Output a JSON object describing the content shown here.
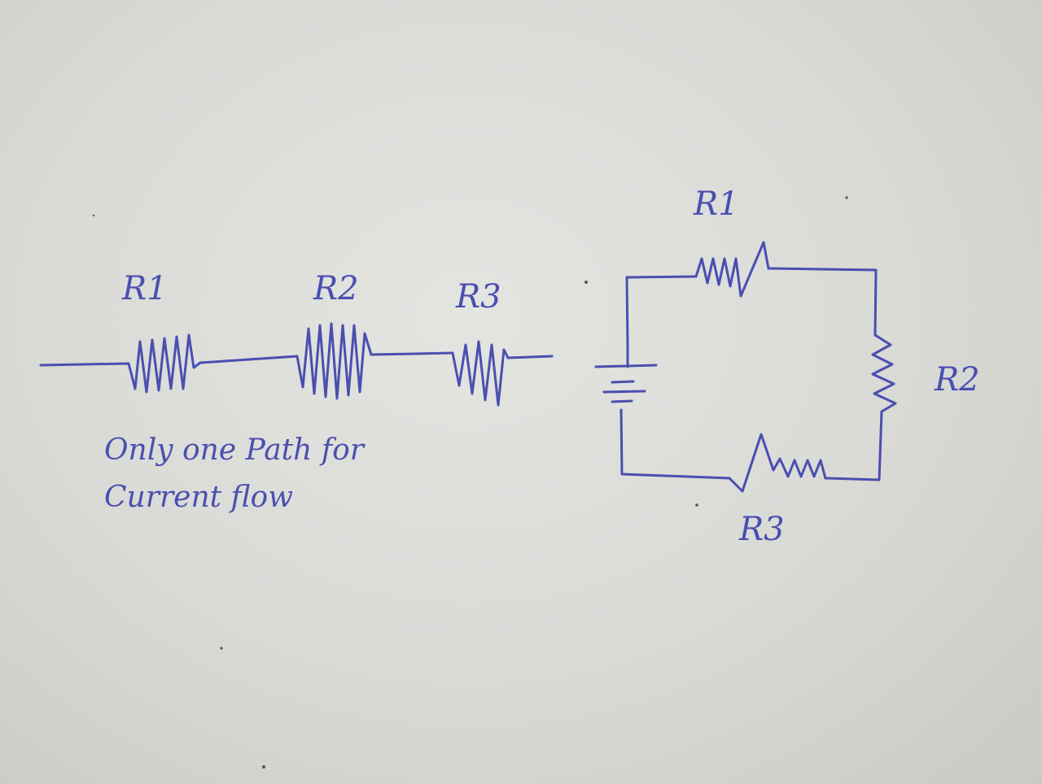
{
  "ink_color": "#4a4fb0",
  "series_circuit": {
    "labels": [
      "R1",
      "R2",
      "R3"
    ]
  },
  "note": {
    "line1": "Only one Path for",
    "line2": "Current flow"
  },
  "loop_circuit": {
    "labels": [
      "R1",
      "R2",
      "R3"
    ]
  }
}
